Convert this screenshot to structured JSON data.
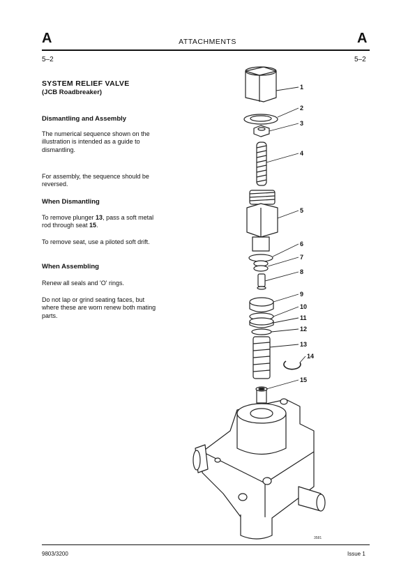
{
  "header": {
    "section_letter_left": "A",
    "title": "ATTACHMENTS",
    "section_letter_right": "A",
    "page_left": "5–2",
    "page_right": "5–2"
  },
  "content": {
    "title": "SYSTEM RELIEF VALVE",
    "subtitle": "(JCB Roadbreaker)",
    "heading_dismantling": "Dismantling and Assembly",
    "para_sequence": "The numerical sequence shown on the illustration is intended as a guide to dismantling.",
    "para_reverse": "For assembly, the sequence should be reversed.",
    "heading_when_dismantling": "When Dismantling",
    "para_plunger_1": "To remove plunger ",
    "para_plunger_13": "13",
    "para_plunger_2": ", pass a soft metal rod through seat ",
    "para_plunger_15": "15",
    "para_plunger_3": ".",
    "para_seat": "To remove seat, use a piloted soft drift.",
    "heading_when_assembling": "When Assembling",
    "para_renew": "Renew all seals and 'O' rings.",
    "para_lap": "Do not lap or grind seating faces, but where these are worn renew both mating parts."
  },
  "illustration": {
    "callouts": [
      "1",
      "2",
      "3",
      "4",
      "5",
      "6",
      "7",
      "8",
      "9",
      "10",
      "11",
      "12",
      "13",
      "14",
      "15"
    ],
    "figure_number": "3581"
  },
  "footer": {
    "doc_number": "9803/3200",
    "issue": "Issue 1"
  }
}
